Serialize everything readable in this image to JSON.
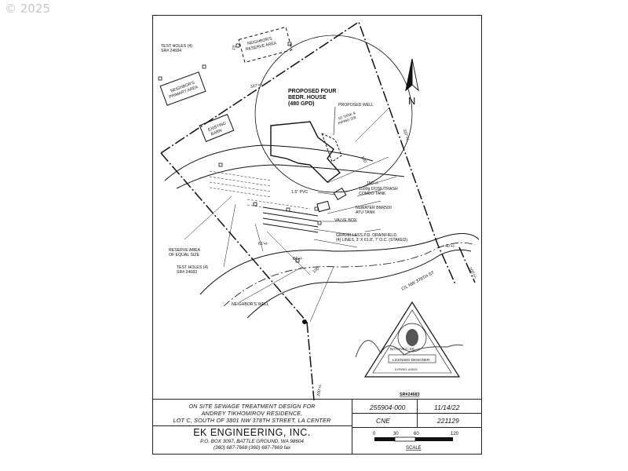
{
  "watermark": "© 2025",
  "title_block": {
    "description_lines": [
      "ON SITE SEWAGE TREATMENT DESIGN FOR",
      "ANDREY TIKHOMIROV RESIDENCE,",
      "LOT C, SOUTH OF 3801 NW 378TH STREET, LA CENTER"
    ],
    "company": "EK ENGINEERING, INC.",
    "address_lines": [
      "P.O. BOX 3097, BATTLE GROUND, WA 98604",
      "(360) 687-7668   (360) 687-7669 fax"
    ],
    "job_no": "255904-000",
    "date": "11/14/22",
    "drawn_by": "CNE",
    "dwg_no": "221129",
    "scale_ticks": [
      "0",
      "30",
      "60",
      "120"
    ],
    "scale_label": "SCALE",
    "sr_number": "SR#24683"
  },
  "labels": {
    "test_holes_top": [
      "TEST HOLES (4)",
      "SR# 24684"
    ],
    "neighbor_reserve": [
      "NEIGHBOR'S",
      "RESERVE AREA"
    ],
    "neighbor_primary": [
      "NEIGHBOR'S",
      "PRIMARY AREA"
    ],
    "existing_barn": [
      "EXISTING",
      "BARN"
    ],
    "proposed_house": [
      "PROPOSED FOUR",
      "BEDR. HOUSE",
      "(480 GPD)"
    ],
    "proposed_well": "PROPOSED WELL",
    "tank_piping": [
      "50' TANK &",
      "PIPING S/B"
    ],
    "dose_tank": [
      "1500g DOSE/TRASH",
      "COMBO TANK"
    ],
    "pvc": "1.5\" PVC",
    "atu_tank": [
      "NuWATER BNR500",
      "ATU TANK"
    ],
    "valve_box": "VALVE BOX",
    "drainfield": [
      "GRAVELLESS P.D. DRAINFIELD,",
      "(4) LINES, 3' X 61.8', 7' O.C. (STAKED)"
    ],
    "reserve_area": [
      "RESERVE AREA",
      "OF EQUAL SIZE"
    ],
    "test_holes_bottom": [
      "TEST HOLES (4)",
      "SR# 24683"
    ],
    "neighbor_well": "NEIGHBOR'S WELL",
    "road": "C/L NW 378TH ST",
    "dim_337": "337'+/-",
    "dim_337_right": "337'+/-",
    "dim_100_a": "100'",
    "dim_150": "150'+/-",
    "dim_61": "61'+/-",
    "dim_84": "84'+/-",
    "dim_100_b": "100'",
    "dim_40": "40'+/-",
    "dim_200_right": "200'+/-",
    "dim_200_bottom": "200'+/-",
    "dim_15": "15'",
    "north": "N"
  },
  "stamp": {
    "name": "NATHAN C. EK",
    "title": "LICENSED DESIGNER",
    "expires": "EXPIRES 4/28/20"
  }
}
